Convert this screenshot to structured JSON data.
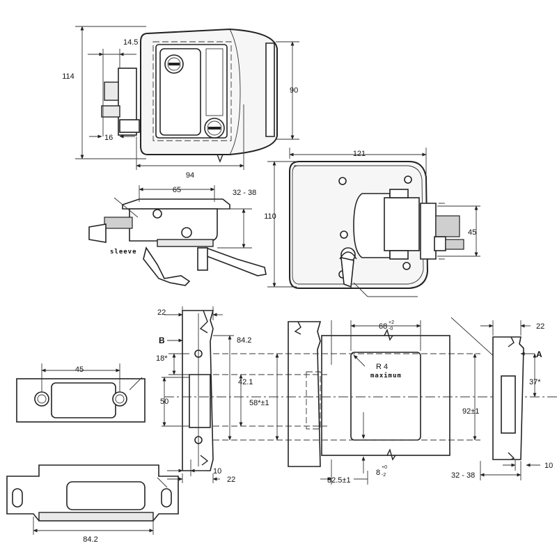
{
  "dimensions": {
    "d_14_5": "14.5",
    "d_114": "114",
    "d_90": "90",
    "d_16": "16",
    "d_94": "94",
    "d_121": "121",
    "d_110": "110",
    "d_65": "65",
    "d_32_38_a": "32 - 38",
    "d_45_side": "45",
    "d_22_left": "22",
    "d_84_2_top": "84.2",
    "d_18s": "18*",
    "d_42_1": "42.1",
    "d_50": "50",
    "d_58s": "58*±1",
    "d_10_left": "10",
    "d_22_bottom": "22",
    "d_68": "68",
    "d_68_tol_up": "+2",
    "d_68_tol_dn": "-0",
    "d_r4": "R 4",
    "d_92": "92±1",
    "d_32_5": "32.5±1",
    "d_8": "8",
    "d_8_tol_up": "+0",
    "d_8_tol_dn": "-2",
    "d_22_right": "22",
    "d_37s": "37*",
    "d_10_right": "10",
    "d_32_38_b": "32 - 38",
    "d_45_plate": "45",
    "d_84_2_bottom": "84.2"
  },
  "labels": {
    "sleeve": "sleeve",
    "maximum": "maximum",
    "datum_b": "B",
    "datum_a": "A"
  },
  "colors": {
    "line": "#222222",
    "background": "#ffffff",
    "fill_light": "#f6f6f6"
  }
}
